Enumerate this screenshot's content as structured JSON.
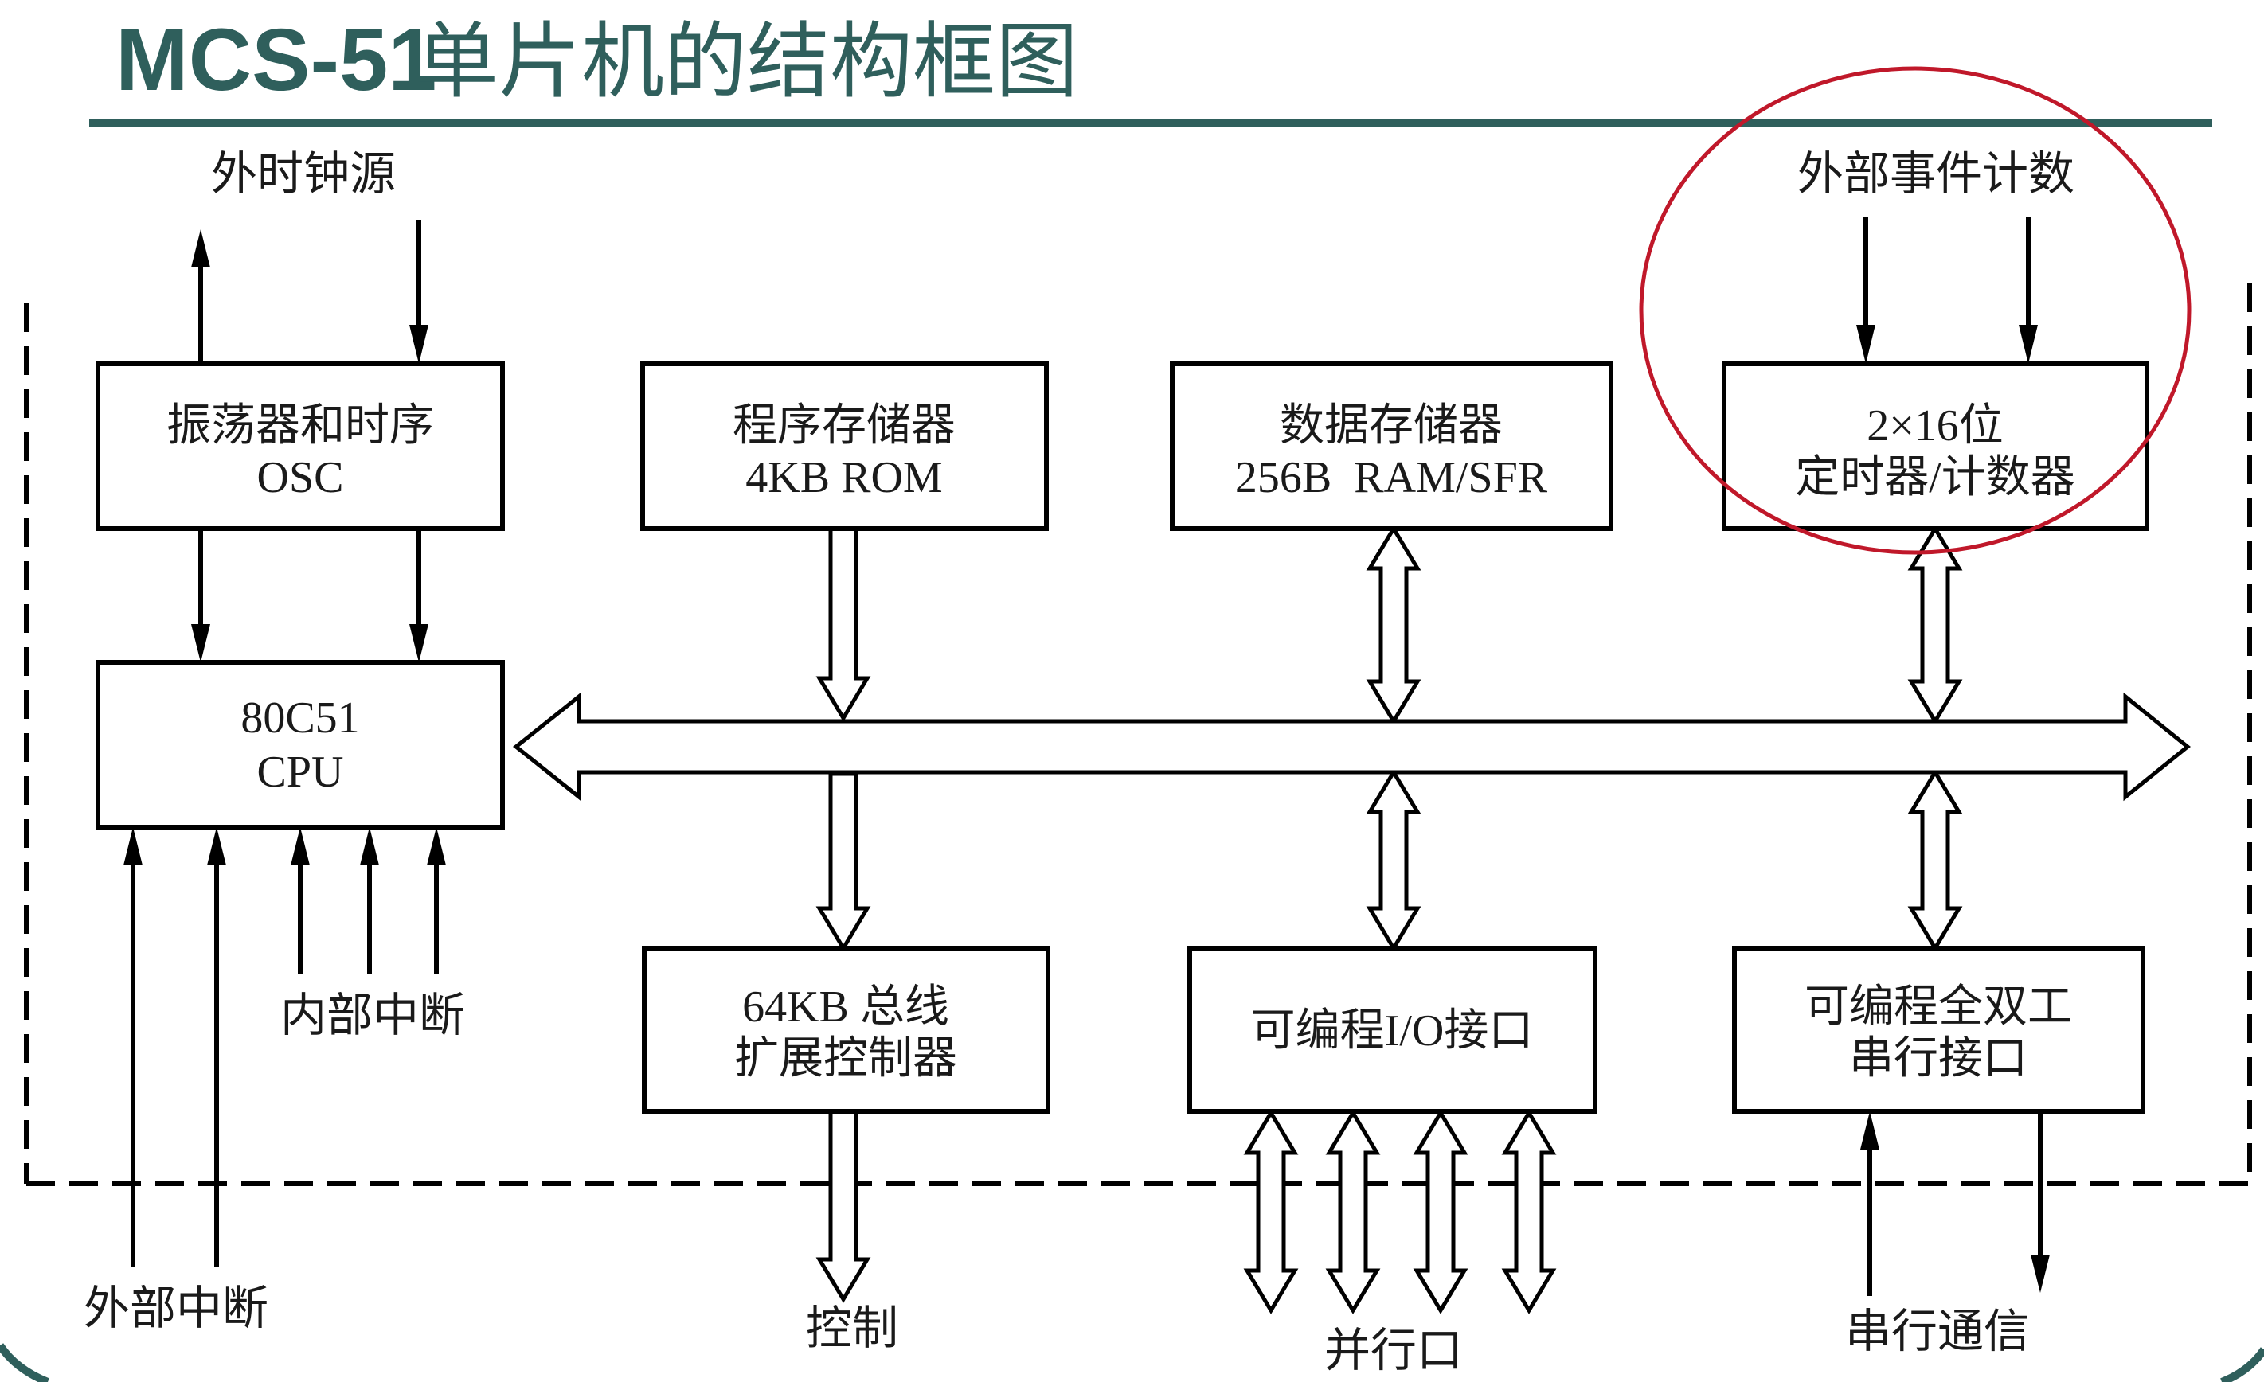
{
  "title": {
    "latin": "MCS-51",
    "cjk": "单片机的结构框图",
    "color": "#2f5f5c"
  },
  "colors": {
    "accent_rule": "#2f5f5c",
    "highlight_ellipse": "#c0182a",
    "line": "#000000"
  },
  "blocks": {
    "osc": {
      "line1": "振荡器和时序",
      "line2": "OSC"
    },
    "rom": {
      "line1": "程序存储器",
      "line2": "4KB ROM"
    },
    "ram": {
      "line1": "数据存储器",
      "line2": "256B  RAM/SFR"
    },
    "timer": {
      "line1": "2×16位",
      "line2": "定时器/计数器"
    },
    "cpu": {
      "line1": "80C51",
      "line2": "CPU"
    },
    "bus_ctrl": {
      "line1": "64KB 总线",
      "line2": "扩展控制器"
    },
    "io": {
      "line1": "可编程I/O接口"
    },
    "serial": {
      "line1": "可编程全双工",
      "line2": "串行接口"
    }
  },
  "labels": {
    "ext_clock": "外时钟源",
    "ext_event_count": "外部事件计数",
    "internal_interrupt": "内部中断",
    "external_interrupt": "外部中断",
    "control": "控制",
    "parallel_port": "并行口",
    "serial_comm": "串行通信"
  },
  "annotation": {
    "highlighted_block": "timer"
  }
}
